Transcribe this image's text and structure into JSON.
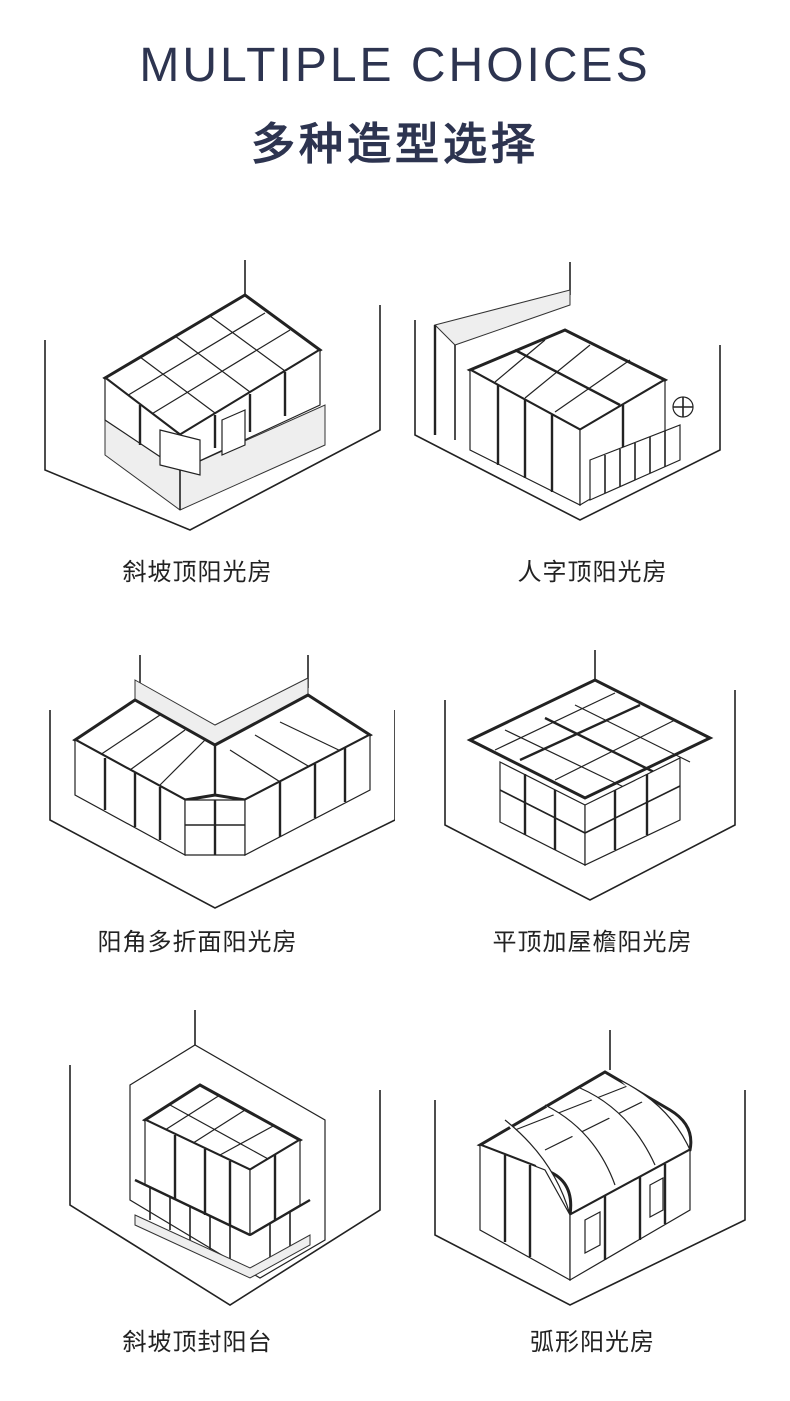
{
  "header": {
    "title_en": "MULTIPLE CHOICES",
    "title_zh": "多种造型选择"
  },
  "styles": [
    {
      "label": "斜坡顶阳光房",
      "icon": "sloped-roof-sunroom-drawing"
    },
    {
      "label": "人字顶阳光房",
      "icon": "gable-roof-sunroom-drawing"
    },
    {
      "label": "阳角多折面阳光房",
      "icon": "corner-multi-facet-sunroom-drawing"
    },
    {
      "label": "平顶加屋檐阳光房",
      "icon": "flat-roof-eave-sunroom-drawing"
    },
    {
      "label": "斜坡顶封阳台",
      "icon": "sloped-roof-balcony-drawing"
    },
    {
      "label": "弧形阳光房",
      "icon": "curved-sunroom-drawing"
    }
  ]
}
